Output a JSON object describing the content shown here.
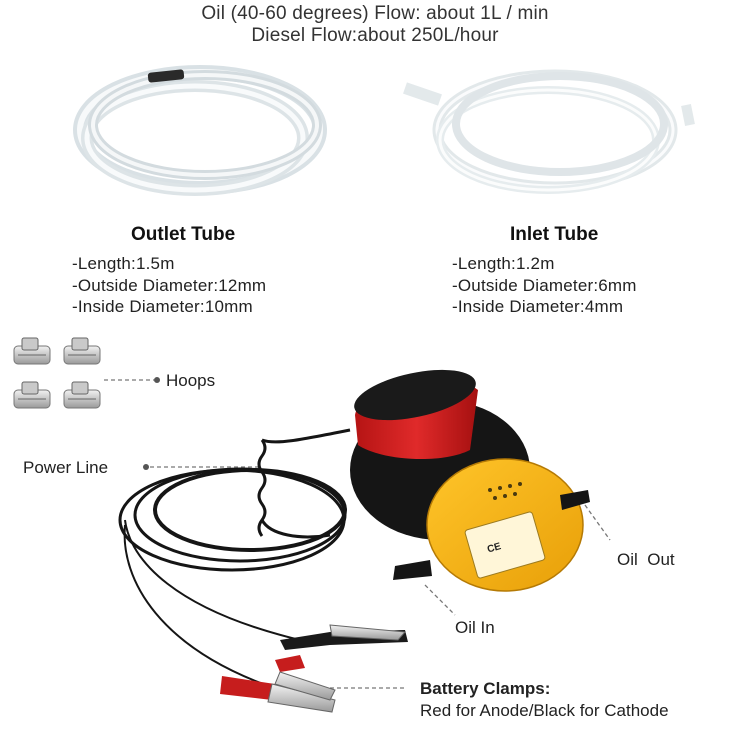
{
  "header": {
    "line1": "Oil (40-60 degrees) Flow: about 1L / min",
    "line2": "Diesel Flow:about 250L/hour"
  },
  "outlet_tube": {
    "title": "Outlet Tube",
    "specs": [
      "-Length:1.5m",
      "-Outside Diameter:12mm",
      "-Inside Diameter:10mm"
    ]
  },
  "inlet_tube": {
    "title": "Inlet Tube",
    "specs": [
      "-Length:1.2m",
      "-Outside Diameter:6mm",
      "-Inside Diameter:4mm"
    ]
  },
  "callouts": {
    "hoops": "Hoops",
    "power_line": "Power Line",
    "oil_out": "Oil  Out",
    "oil_in": "Oil In",
    "battery_title": "Battery Clamps:",
    "battery_desc": "Red for Anode/Black for Cathode"
  },
  "pump_mark": "CE",
  "colors": {
    "pump_body": "#f5b213",
    "pump_cap": "#d41f1f",
    "pump_black": "#141414",
    "tube": "#e6ecef",
    "clamp_red": "#c61d1d"
  }
}
